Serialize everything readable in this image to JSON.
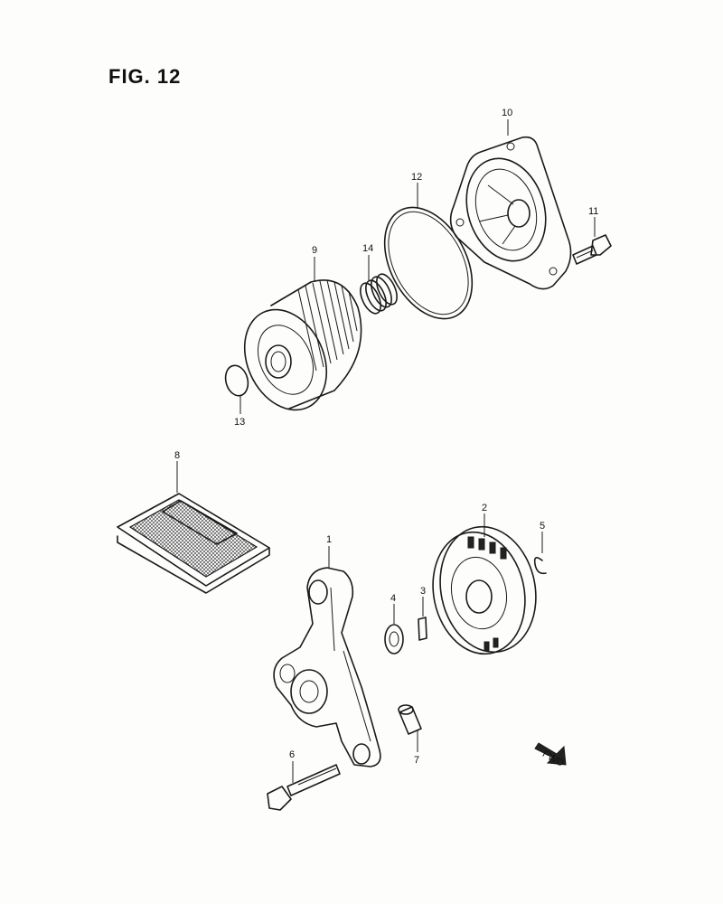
{
  "figure": {
    "title": "FIG. 12"
  },
  "callouts": [
    {
      "id": "1",
      "label": "1"
    },
    {
      "id": "2",
      "label": "2"
    },
    {
      "id": "3",
      "label": "3"
    },
    {
      "id": "4",
      "label": "4"
    },
    {
      "id": "5",
      "label": "5"
    },
    {
      "id": "6",
      "label": "6"
    },
    {
      "id": "7",
      "label": "7"
    },
    {
      "id": "8",
      "label": "8"
    },
    {
      "id": "9",
      "label": "9"
    },
    {
      "id": "10",
      "label": "10"
    },
    {
      "id": "11",
      "label": "11"
    },
    {
      "id": "12",
      "label": "12"
    },
    {
      "id": "13",
      "label": "13"
    },
    {
      "id": "14",
      "label": "14"
    }
  ],
  "direction_marker": {
    "label": "FWD"
  }
}
